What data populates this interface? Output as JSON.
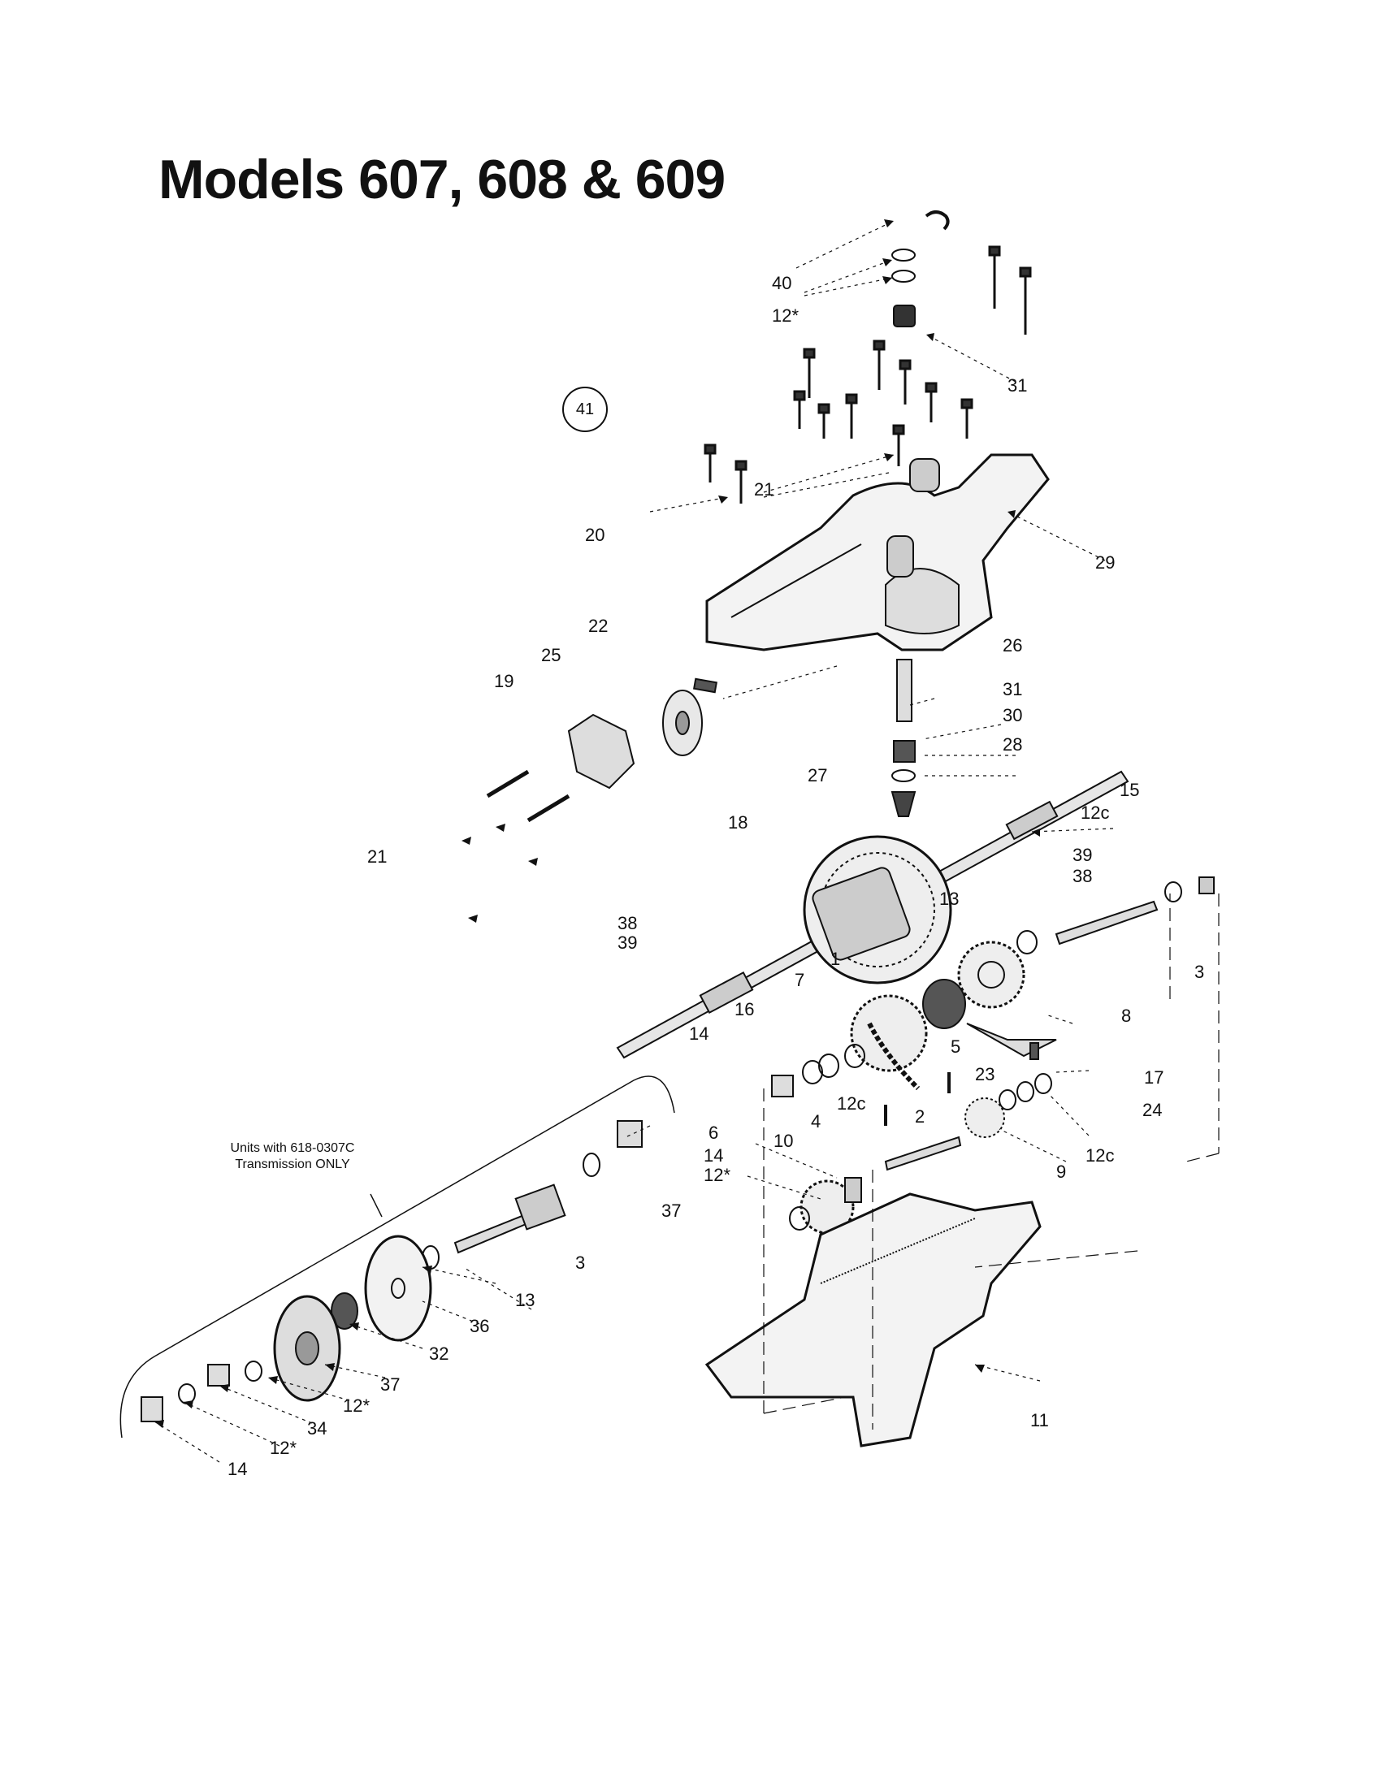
{
  "title": "Models 607, 608 & 609",
  "reference_circle": "41",
  "note": {
    "line1": "Units with 618-0307C",
    "line2": "Transmission ONLY"
  },
  "labels": [
    {
      "id": "l40",
      "text": "40"
    },
    {
      "id": "l12a",
      "text": "12*"
    },
    {
      "id": "l31a",
      "text": "31"
    },
    {
      "id": "l21a",
      "text": "21"
    },
    {
      "id": "l20",
      "text": "20"
    },
    {
      "id": "l29",
      "text": "29"
    },
    {
      "id": "l22",
      "text": "22"
    },
    {
      "id": "l25",
      "text": "25"
    },
    {
      "id": "l19",
      "text": "19"
    },
    {
      "id": "l26",
      "text": "26"
    },
    {
      "id": "l31b",
      "text": "31"
    },
    {
      "id": "l30",
      "text": "30"
    },
    {
      "id": "l28",
      "text": "28"
    },
    {
      "id": "l27",
      "text": "27"
    },
    {
      "id": "l15",
      "text": "15"
    },
    {
      "id": "l12c1",
      "text": "12c"
    },
    {
      "id": "l18",
      "text": "18"
    },
    {
      "id": "l21b",
      "text": "21"
    },
    {
      "id": "l39a",
      "text": "39"
    },
    {
      "id": "l38a",
      "text": "38"
    },
    {
      "id": "l13a",
      "text": "13"
    },
    {
      "id": "l38b",
      "text": "38"
    },
    {
      "id": "l39b",
      "text": "39"
    },
    {
      "id": "l1",
      "text": "1"
    },
    {
      "id": "l7",
      "text": "7"
    },
    {
      "id": "l3a",
      "text": "3"
    },
    {
      "id": "l16",
      "text": "16"
    },
    {
      "id": "l8",
      "text": "8"
    },
    {
      "id": "l14a",
      "text": "14"
    },
    {
      "id": "l5",
      "text": "5"
    },
    {
      "id": "l23",
      "text": "23"
    },
    {
      "id": "l17",
      "text": "17"
    },
    {
      "id": "l12c2",
      "text": "12c"
    },
    {
      "id": "l2",
      "text": "2"
    },
    {
      "id": "l24",
      "text": "24"
    },
    {
      "id": "l6",
      "text": "6"
    },
    {
      "id": "l4",
      "text": "4"
    },
    {
      "id": "l14b",
      "text": "14"
    },
    {
      "id": "l10",
      "text": "10"
    },
    {
      "id": "l12c3",
      "text": "12c"
    },
    {
      "id": "l9",
      "text": "9"
    },
    {
      "id": "l12b",
      "text": "12*"
    },
    {
      "id": "l37a",
      "text": "37"
    },
    {
      "id": "l3b",
      "text": "3"
    },
    {
      "id": "l13b",
      "text": "13"
    },
    {
      "id": "l36",
      "text": "36"
    },
    {
      "id": "l32",
      "text": "32"
    },
    {
      "id": "l37b",
      "text": "37"
    },
    {
      "id": "l12d",
      "text": "12*"
    },
    {
      "id": "l34",
      "text": "34"
    },
    {
      "id": "l12e",
      "text": "12*"
    },
    {
      "id": "l14c",
      "text": "14"
    },
    {
      "id": "l11",
      "text": "11"
    }
  ]
}
